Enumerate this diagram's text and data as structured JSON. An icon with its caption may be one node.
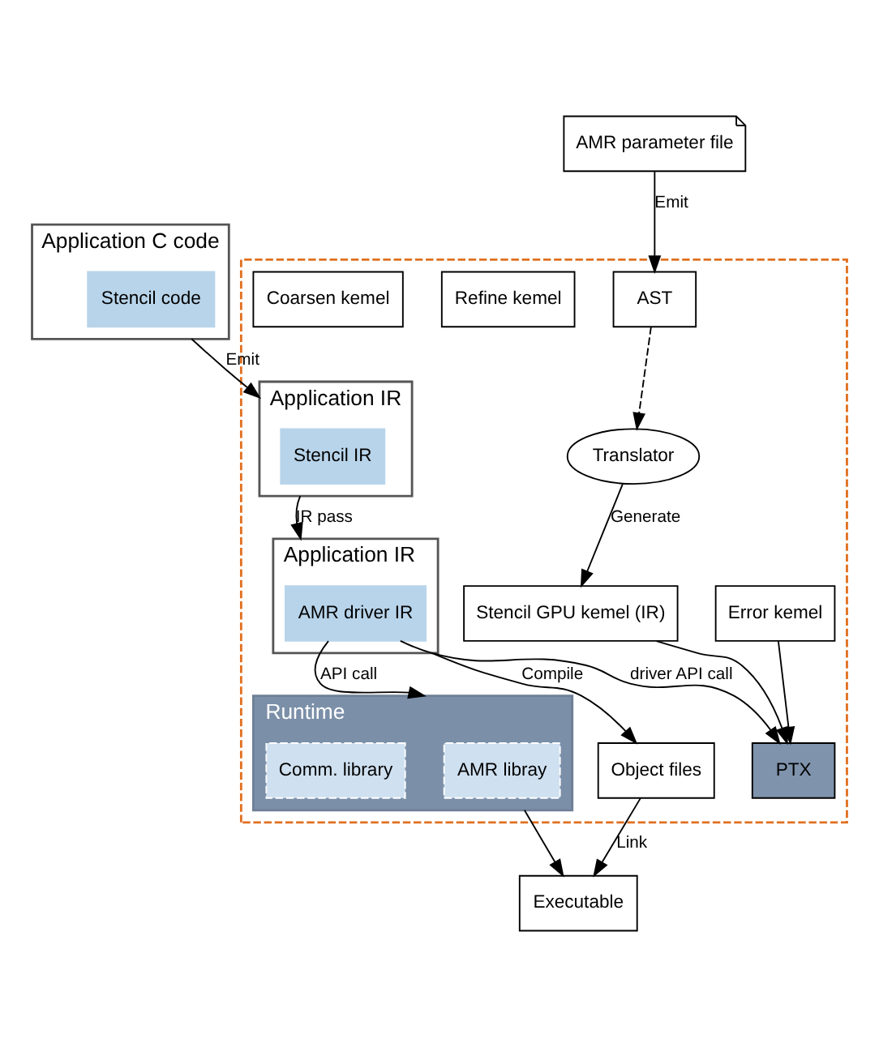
{
  "diagram": {
    "nodes": [
      {
        "text": [
          "Application C code"
        ]
      },
      {
        "text": [
          "Stencil code"
        ],
        "in": 0
      },
      {
        "text": [
          "AMR parameter file"
        ]
      },
      {
        "text": [],
        "shape": "box"
      },
      {
        "text": [
          "Translator"
        ],
        "in": 3
      },
      {
        "text": [
          "AST"
        ],
        "in": 3
      },
      {
        "text": [
          "Application IR"
        ],
        "in": 3
      },
      {
        "text": [
          "Stencil IR"
        ],
        "in": 6
      },
      {
        "text": [
          "Stencil GPU kemel (IR)"
        ],
        "in": 3
      },
      {
        "text": [
          "Refine kemel"
        ],
        "in": 3
      },
      {
        "text": [
          "Coarsen kemel"
        ],
        "in": 3
      },
      {
        "text": [
          "Error kemel"
        ],
        "in": 3
      },
      {
        "text": [
          "Application IR"
        ],
        "in": 3
      },
      {
        "text": [
          "AMR driver IR"
        ],
        "in": 12
      },
      {
        "text": [
          "PTX"
        ],
        "in": 3
      },
      {
        "text": [
          "Runtime"
        ],
        "in": 3
      },
      {
        "text": [
          "AMR libray"
        ],
        "in": 15
      },
      {
        "text": [
          "Comm. library"
        ],
        "in": 15
      },
      {
        "text": [
          "Object files"
        ],
        "in": 3
      },
      {
        "text": [
          "Executable"
        ]
      }
    ],
    "edges": [
      {
        "from": 0,
        "to": 6,
        "arrow": "to",
        "label": "Emit"
      },
      {
        "from": 2,
        "to": 5,
        "arrow": "to",
        "label": "Emit"
      },
      {
        "from": 5,
        "to": 4,
        "arrow": "to",
        "style": "dashed"
      },
      {
        "from": 4,
        "to": 8,
        "arrow": "to",
        "label": "Generate"
      },
      {
        "from": 6,
        "to": 12,
        "arrow": "to",
        "label": "IR pass"
      },
      {
        "from": 8,
        "to": 14,
        "arrow": "to"
      },
      {
        "from": 11,
        "to": 14,
        "arrow": "to"
      },
      {
        "from": 13,
        "to": 14,
        "arrow": "to",
        "label": "driver API call"
      },
      {
        "from": 13,
        "to": 15,
        "arrow": "to",
        "label": "API call"
      },
      {
        "from": 12,
        "to": 18,
        "arrow": "to",
        "label": "Compile"
      },
      {
        "from": 18,
        "to": 19,
        "arrow": "to",
        "label": "Link"
      },
      {
        "from": 15,
        "to": 19,
        "arrow": "to"
      }
    ]
  }
}
